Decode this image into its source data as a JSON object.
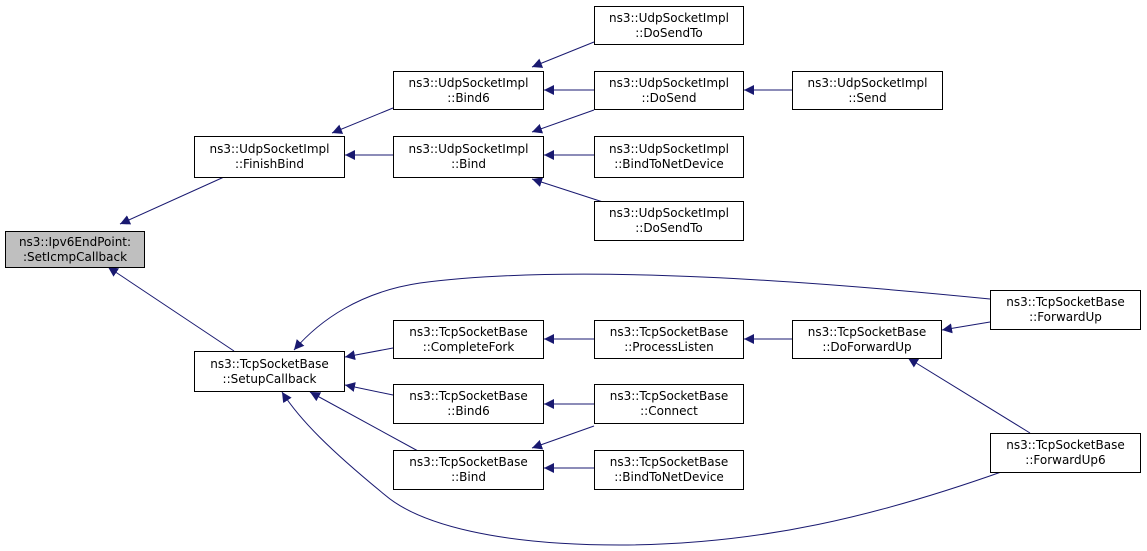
{
  "colors": {
    "edge": "#191970",
    "node_border": "#000000",
    "root_fill": "#bfbfbf",
    "node_fill": "#ffffff"
  },
  "nodes": {
    "root": {
      "line1": "ns3::Ipv6EndPoint:",
      "line2": ":SetIcmpCallback"
    },
    "udp_finishbind": {
      "line1": "ns3::UdpSocketImpl",
      "line2": "::FinishBind"
    },
    "udp_bind6": {
      "line1": "ns3::UdpSocketImpl",
      "line2": "::Bind6"
    },
    "udp_bind": {
      "line1": "ns3::UdpSocketImpl",
      "line2": "::Bind"
    },
    "udp_dosendto_top": {
      "line1": "ns3::UdpSocketImpl",
      "line2": "::DoSendTo"
    },
    "udp_dosend": {
      "line1": "ns3::UdpSocketImpl",
      "line2": "::DoSend"
    },
    "udp_bindtonetdevice": {
      "line1": "ns3::UdpSocketImpl",
      "line2": "::BindToNetDevice"
    },
    "udp_dosendto_bot": {
      "line1": "ns3::UdpSocketImpl",
      "line2": "::DoSendTo"
    },
    "udp_send": {
      "line1": "ns3::UdpSocketImpl",
      "line2": "::Send"
    },
    "tcp_setupcallback": {
      "line1": "ns3::TcpSocketBase",
      "line2": "::SetupCallback"
    },
    "tcp_completefork": {
      "line1": "ns3::TcpSocketBase",
      "line2": "::CompleteFork"
    },
    "tcp_bind6": {
      "line1": "ns3::TcpSocketBase",
      "line2": "::Bind6"
    },
    "tcp_bind": {
      "line1": "ns3::TcpSocketBase",
      "line2": "::Bind"
    },
    "tcp_processlisten": {
      "line1": "ns3::TcpSocketBase",
      "line2": "::ProcessListen"
    },
    "tcp_connect": {
      "line1": "ns3::TcpSocketBase",
      "line2": "::Connect"
    },
    "tcp_bindtonetdevice": {
      "line1": "ns3::TcpSocketBase",
      "line2": "::BindToNetDevice"
    },
    "tcp_doforwardup": {
      "line1": "ns3::TcpSocketBase",
      "line2": "::DoForwardUp"
    },
    "tcp_forwardup": {
      "line1": "ns3::TcpSocketBase",
      "line2": "::ForwardUp"
    },
    "tcp_forwardup6": {
      "line1": "ns3::TcpSocketBase",
      "line2": "::ForwardUp6"
    }
  }
}
